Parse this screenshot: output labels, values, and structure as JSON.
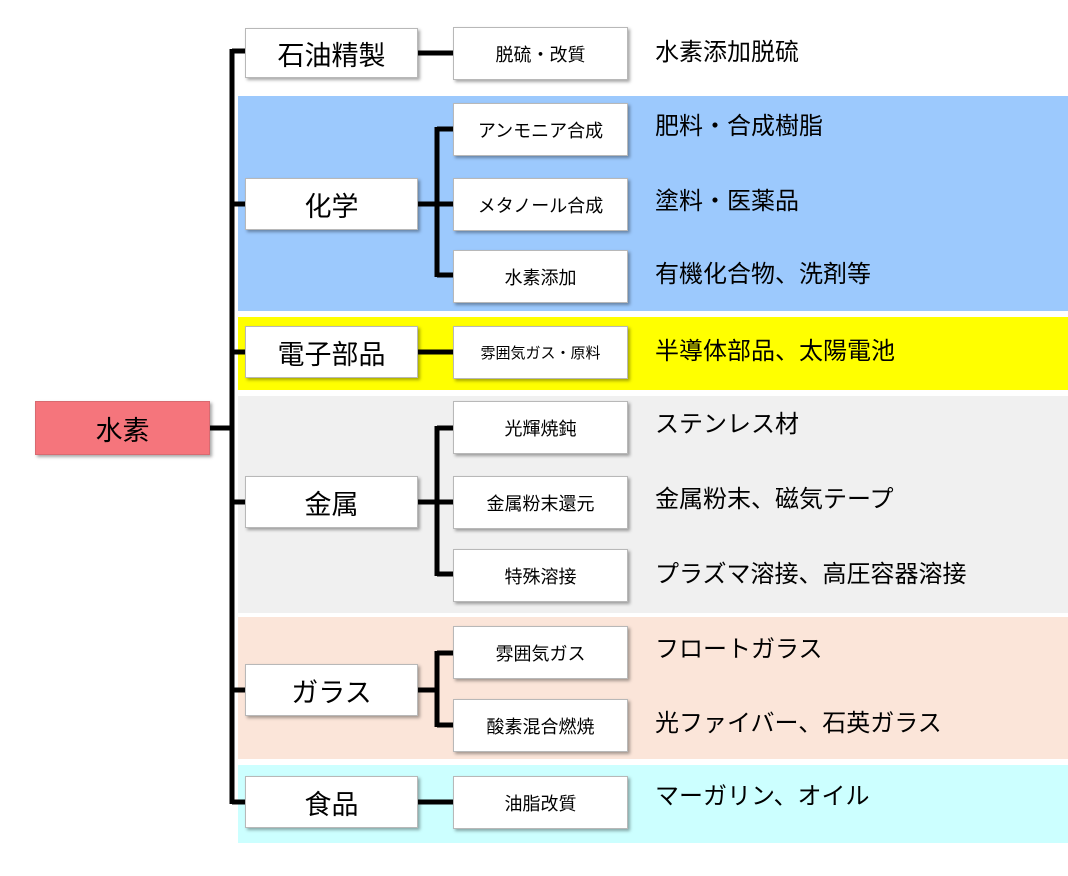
{
  "root": {
    "label": "水素",
    "color": "#f5757c"
  },
  "categories": [
    {
      "label": "石油精製",
      "band_color": "#ffffff",
      "processes": [
        {
          "label": "脱硫・改質",
          "application": "水素添加脱硫"
        }
      ]
    },
    {
      "label": "化学",
      "band_color": "#9cc9fd",
      "processes": [
        {
          "label": "アンモニア合成",
          "application": "肥料・合成樹脂"
        },
        {
          "label": "メタノール合成",
          "application": "塗料・医薬品"
        },
        {
          "label": "水素添加",
          "application": "有機化合物、洗剤等"
        }
      ]
    },
    {
      "label": "電子部品",
      "band_color": "#ffff00",
      "processes": [
        {
          "label": "雰囲気ガス・原料",
          "application": "半導体部品、太陽電池"
        }
      ]
    },
    {
      "label": "金属",
      "band_color": "#f0f0f0",
      "processes": [
        {
          "label": "光輝焼鈍",
          "application": "ステンレス材"
        },
        {
          "label": "金属粉末還元",
          "application": "金属粉末、磁気テープ"
        },
        {
          "label": "特殊溶接",
          "application": "プラズマ溶接、高圧容器溶接"
        }
      ]
    },
    {
      "label": "ガラス",
      "band_color": "#fbe5d9",
      "processes": [
        {
          "label": "雰囲気ガス",
          "application": "フロートガラス"
        },
        {
          "label": "酸素混合燃焼",
          "application": "光ファイバー、石英ガラス"
        }
      ]
    },
    {
      "label": "食品",
      "band_color": "#ccffff",
      "processes": [
        {
          "label": "油脂改質",
          "application": "マーガリン、オイル"
        }
      ]
    }
  ]
}
